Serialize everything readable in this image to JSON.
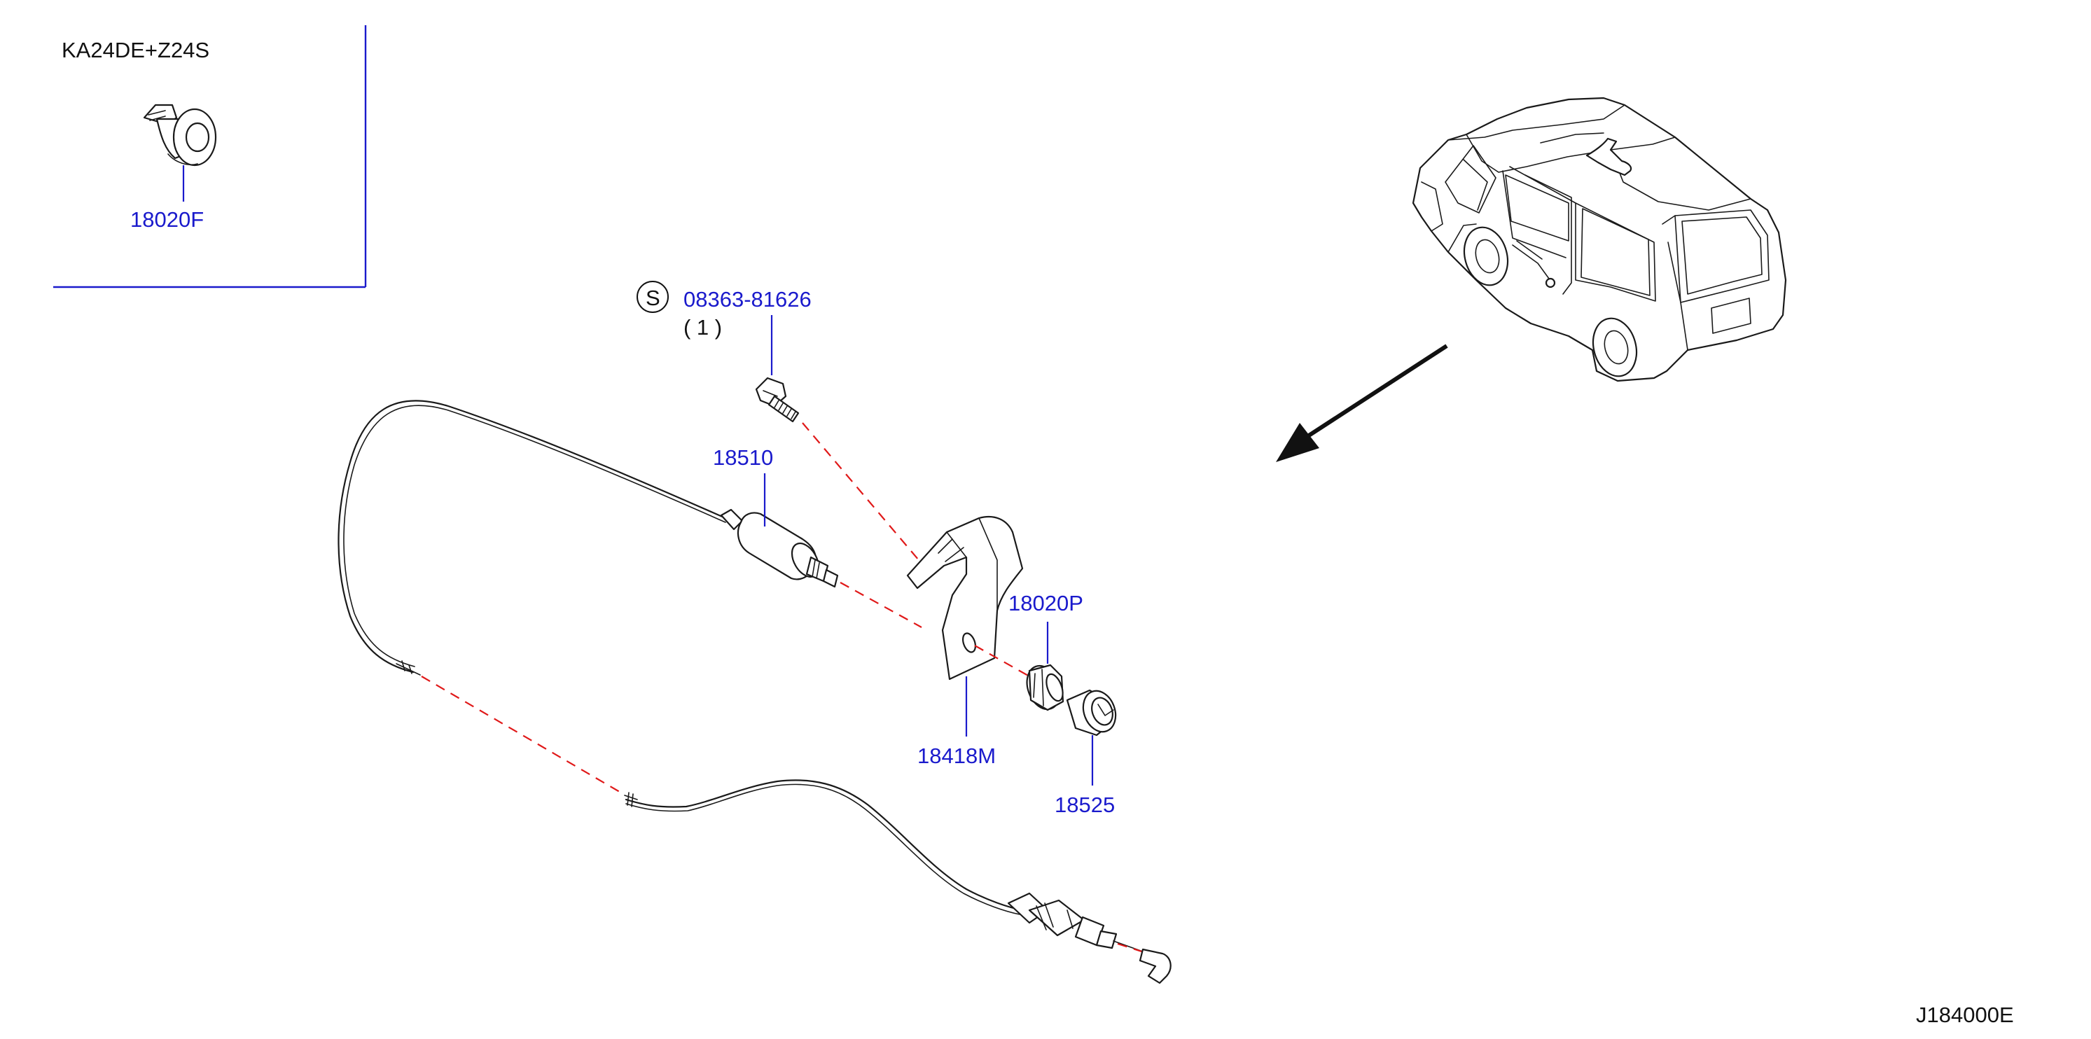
{
  "variant_label": "KA24DE+Z24S",
  "drawing_code": "J184000E",
  "symbol_s": "S",
  "parts": {
    "p18020F": "18020F",
    "p08363": "08363-81626",
    "p08363_qty": "( 1 )",
    "p18510": "18510",
    "p18020P": "18020P",
    "p18418M": "18418M",
    "p18525": "18525"
  },
  "colors": {
    "label": "#1a1acc",
    "dashed_guide": "#e01919",
    "linework": "#1a1a1a"
  }
}
